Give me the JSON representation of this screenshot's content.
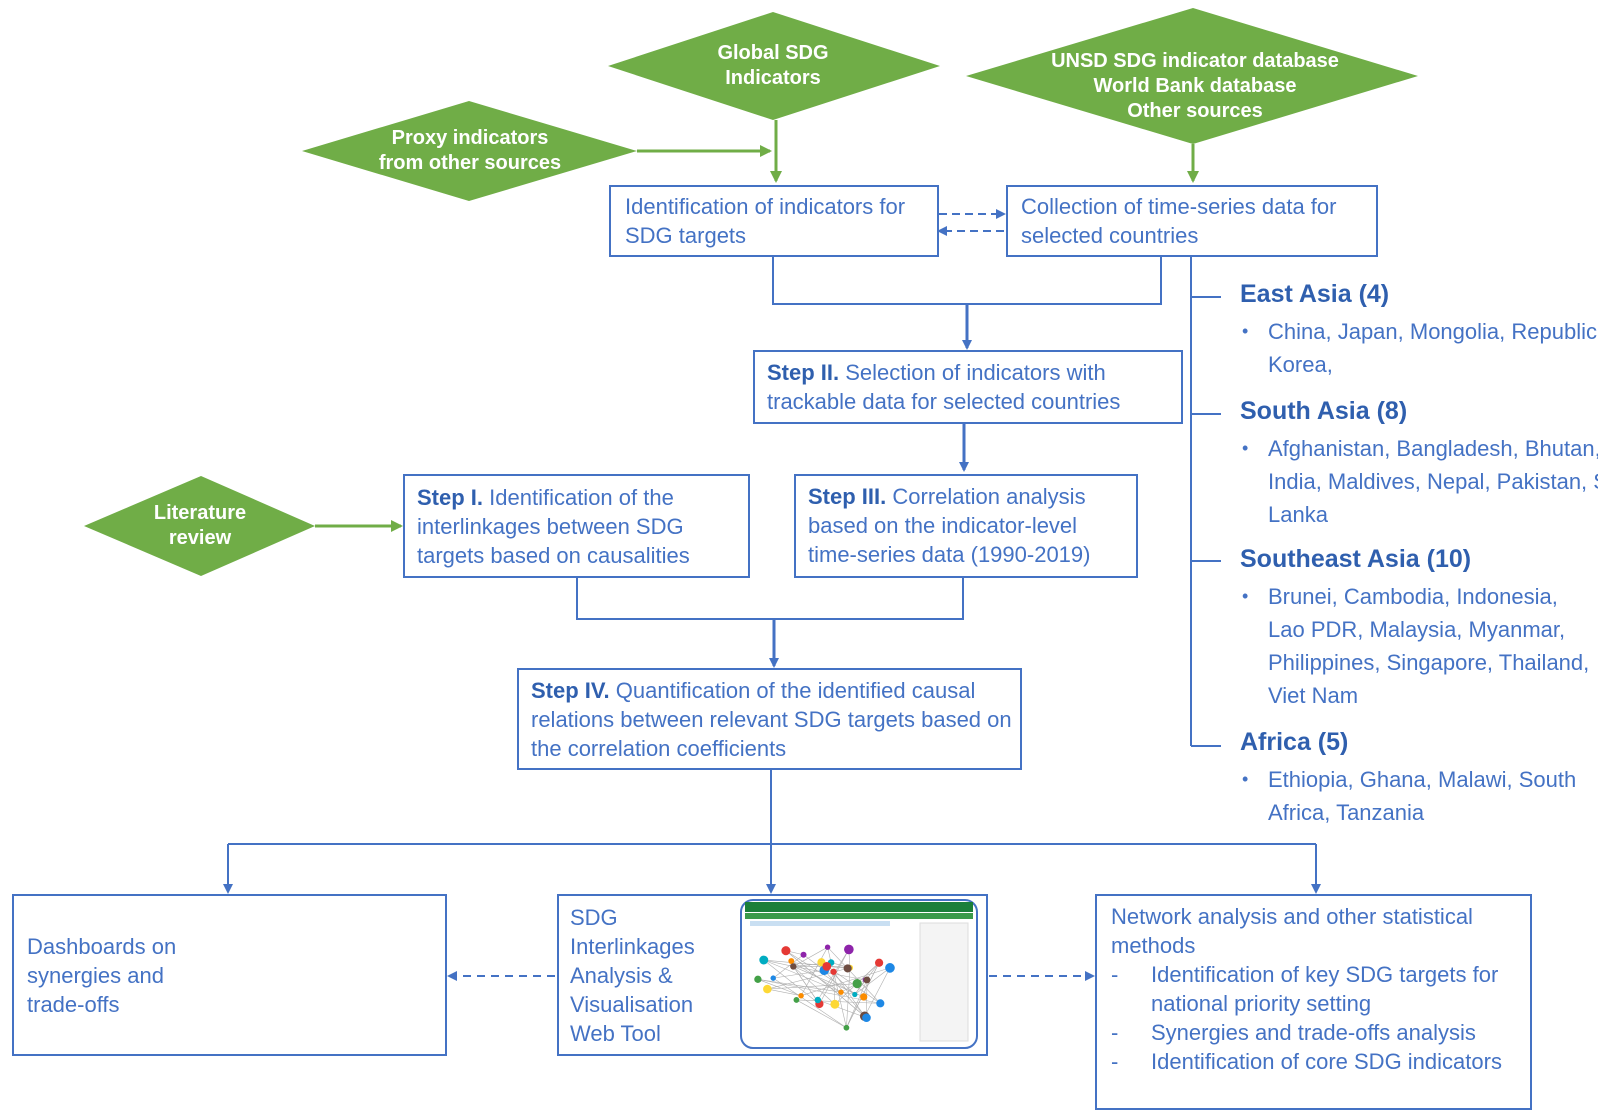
{
  "sources": {
    "global_sdg": "Global SDG\nIndicators",
    "databases": "UNSD SDG indicator database\nWorld Bank database\nOther sources",
    "proxy": "Proxy indicators\nfrom other sources",
    "literature": "Literature\nreview"
  },
  "boxes": {
    "identification": "Identification of indicators for SDG targets",
    "collection": "Collection of time-series data for selected countries",
    "step2_label": "Step II.",
    "step2_text": "Selection of indicators with trackable data for selected countries",
    "step1_label": "Step I.",
    "step1_text": "Identification of the interlinkages between SDG targets based on causalities",
    "step3_label": "Step III.",
    "step3_text": "Correlation analysis based on the indicator-level time-series data (1990-2019)",
    "step4_label": "Step IV.",
    "step4_text": "Quantification of the identified causal relations between relevant SDG targets based on the correlation coefficients"
  },
  "regions": [
    {
      "name": "East Asia (4)",
      "countries": "China, Japan, Mongolia, Republic of Korea,"
    },
    {
      "name": "South Asia (8)",
      "countries": "Afghanistan, Bangladesh, Bhutan, India, Maldives, Nepal, Pakistan, Sri Lanka"
    },
    {
      "name": "Southeast Asia (10)",
      "countries": "Brunei, Cambodia, Indonesia, Lao PDR, Malaysia, Myanmar, Philippines, Singapore, Thailand, Viet Nam"
    },
    {
      "name": "Africa (5)",
      "countries": "Ethiopia, Ghana, Malawi, South Africa, Tanzania"
    }
  ],
  "outputs": {
    "dashboards": "Dashboards on synergies and trade-offs",
    "webtool": "SDG Interlinkages Analysis & Visualisation Web Tool",
    "network_title": "Network analysis and other statistical methods",
    "network_items": [
      "Identification of key SDG targets for national priority setting",
      "Synergies and trade-offs analysis",
      "Identification of core SDG indicators"
    ],
    "dash_symbol": "-"
  },
  "colors": {
    "green": "#70ad47",
    "blue": "#4472c4",
    "dark_blue": "#2f5fae"
  }
}
